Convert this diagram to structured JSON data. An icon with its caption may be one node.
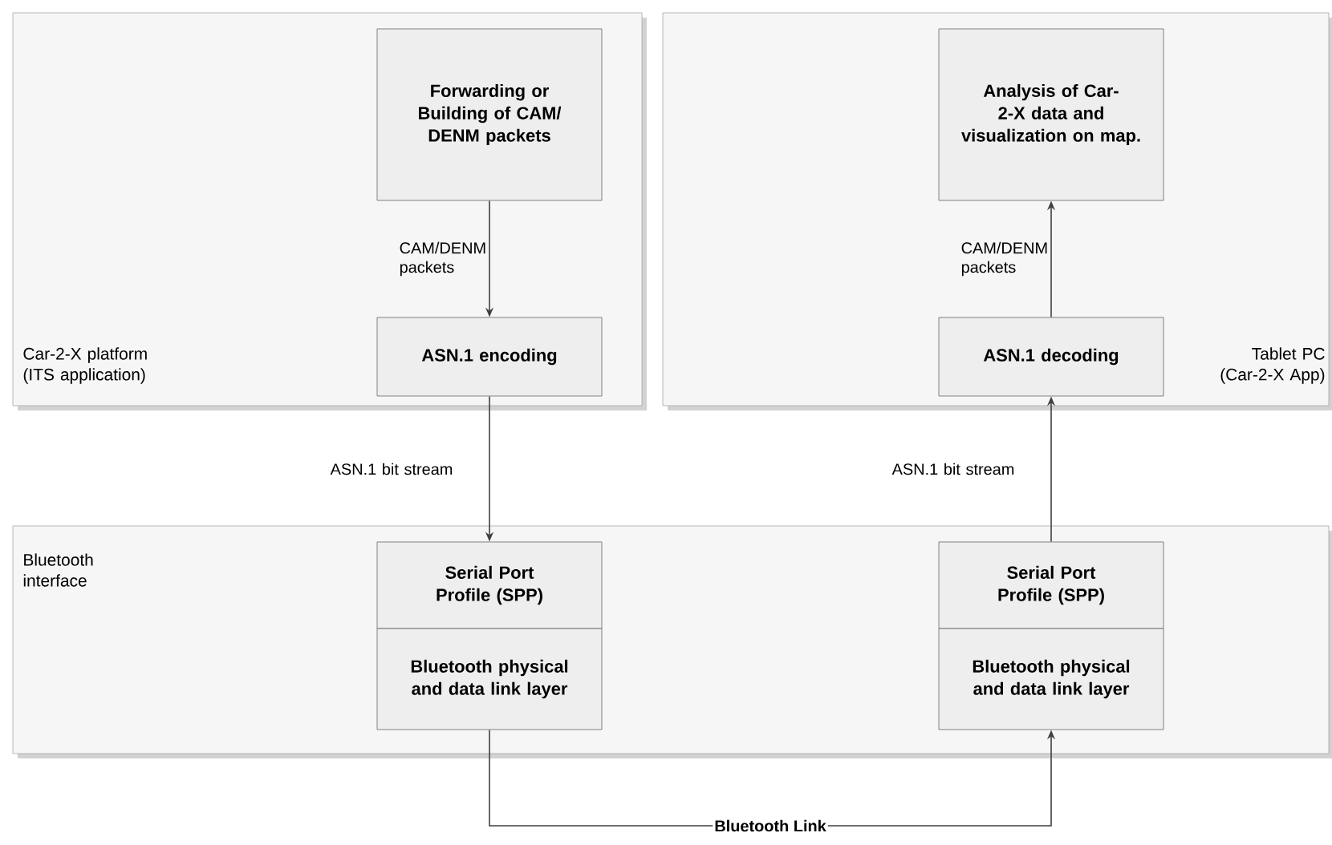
{
  "diagram": {
    "nodes": [
      {
        "text": [
          "Car-2-X platform (ITS application)"
        ]
      },
      {
        "text": [
          "Forwarding or Building of CAM/ DENM packets"
        ],
        "in": 0
      },
      {
        "text": [
          "ASN.1 encoding"
        ],
        "in": 0
      },
      {
        "text": [
          "Tablet PC (Car-2-X App)"
        ]
      },
      {
        "text": [
          "Analysis of Car-2-X data and visualization on map."
        ],
        "in": 3
      },
      {
        "text": [
          "ASN.1 decoding"
        ],
        "in": 3
      },
      {
        "text": [
          "Bluetooth interface"
        ]
      },
      {
        "text": [
          "Serial Port Profile (SPP)"
        ],
        "in": 6
      },
      {
        "text": [
          "Bluetooth physical and data link layer"
        ],
        "in": 6
      },
      {
        "text": [
          "Serial Port Profile (SPP)"
        ],
        "in": 6
      },
      {
        "text": [
          "Bluetooth physical and data link layer"
        ],
        "in": 6
      }
    ],
    "edges": [
      {
        "from": 1,
        "to": 2,
        "arrow": "to",
        "label": "CAM/DENM packets"
      },
      {
        "from": 2,
        "to": 7,
        "arrow": "to",
        "label": "ASN.1 bit stream"
      },
      {
        "from": 9,
        "to": 5,
        "arrow": "to",
        "label": "ASN.1 bit stream"
      },
      {
        "from": 5,
        "to": 4,
        "arrow": "to",
        "label": "CAM/DENM packets"
      },
      {
        "from": 8,
        "to": 10,
        "arrow": "to",
        "label": "Bluetooth Link"
      }
    ]
  }
}
